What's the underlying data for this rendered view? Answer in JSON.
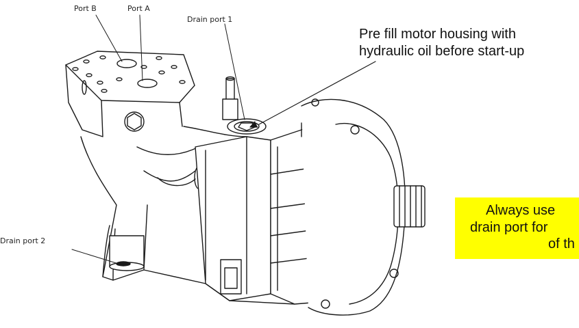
{
  "labels": {
    "port_b": "Port B",
    "port_a": "Port A",
    "drain_port_1": "Drain port 1",
    "drain_port_2": "Drain port 2"
  },
  "notes": {
    "prefill_line1": "Pre fill motor housing with",
    "prefill_line2": "hydraulic oil before start-up",
    "drain_note_line1": "Always use",
    "drain_note_line2": "drain port for",
    "drain_note_line3": "of th"
  },
  "colors": {
    "note_highlight": "#ffff00",
    "line_art": "#1a1a1a"
  }
}
